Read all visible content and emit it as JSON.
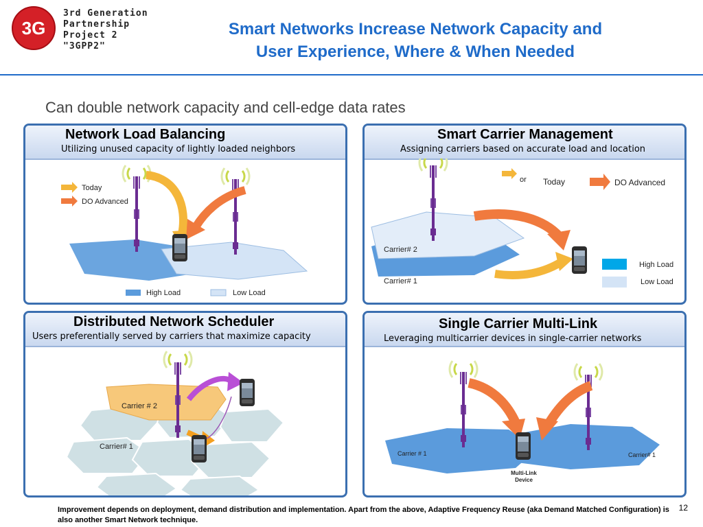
{
  "header": {
    "logo_text": "3G",
    "org_line1": "3rd Generation",
    "org_line2": "Partnership",
    "org_line3": "Project 2",
    "org_line4": "\"3GPP2\"",
    "title_line1": "Smart Networks Increase Network Capacity and",
    "title_line2": "User Experience, Where & When Needed"
  },
  "subhead": "Can double network capacity and cell-edge data rates",
  "panels": {
    "load_balancing": {
      "title": "Network Load Balancing",
      "subtitle": "Utilizing unused capacity of lightly loaded neighbors",
      "legend_today": "Today",
      "legend_do": "DO Advanced",
      "legend_high": "High Load",
      "legend_low": "Low Load"
    },
    "carrier_mgmt": {
      "title": "Smart Carrier Management",
      "subtitle": "Assigning carriers based on accurate load and location",
      "or": "or",
      "today": "Today",
      "do_advanced": "DO Advanced",
      "carrier2": "Carrier# 2",
      "carrier1": "Carrier# 1",
      "high_load": "High Load",
      "low_load": "Low Load"
    },
    "scheduler": {
      "title": "Distributed Network Scheduler",
      "subtitle": "Users preferentially served by carriers that maximize capacity",
      "carrier2": "Carrier # 2",
      "carrier1": "Carrier# 1"
    },
    "multilink": {
      "title": "Single Carrier Multi-Link",
      "subtitle": "Leveraging multicarrier devices in single-carrier networks",
      "carrier_left": "Carrier # 1",
      "carrier_right": "Carrier# 1",
      "device_line1": "Multi-Link",
      "device_line2": "Device"
    }
  },
  "footnote": "Improvement depends on deployment, demand distribution and implementation. Apart from the above, Adaptive Frequency Reuse (aka Demand Matched Configuration) is also another Smart Network technique.",
  "page_number": "12",
  "colors": {
    "title_blue": "#1f6bc9",
    "panel_border": "#3b6fb0",
    "high_load": "#5b9bdc",
    "low_load": "#d4e4f6",
    "arrow_orange": "#f07a3e",
    "arrow_yellow": "#f4b63a",
    "tower_purple": "#6a2c91"
  }
}
